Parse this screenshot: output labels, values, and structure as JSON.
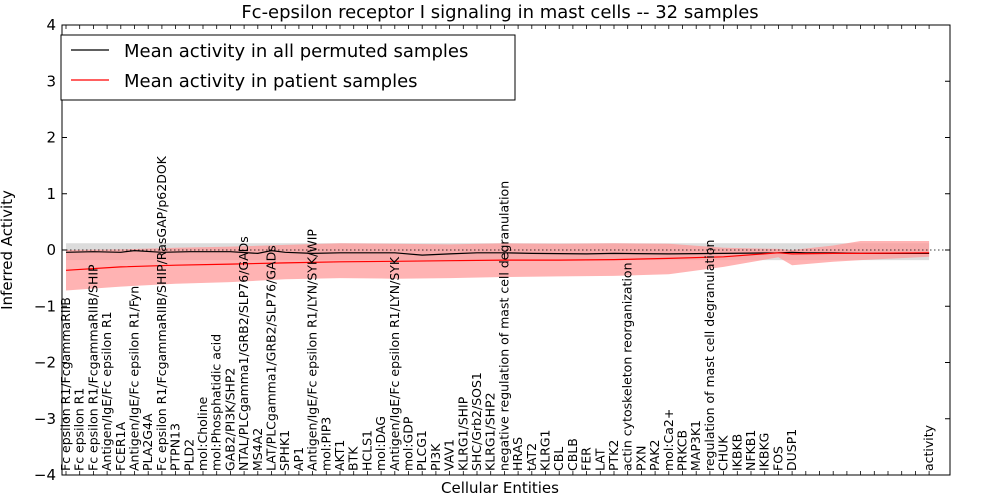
{
  "chart_data": {
    "type": "line",
    "title": "Fc-epsilon receptor I signaling in mast cells -- 32 samples",
    "xlabel": "Cellular Entities",
    "ylabel": "Inferred Activity",
    "ylim": [
      -4,
      4
    ],
    "yticks": [
      "4",
      "3",
      "2",
      "1",
      "0",
      "−1",
      "−2",
      "−3",
      "−4"
    ],
    "legend_position": "top-left",
    "grid": false,
    "colors": {
      "permuted": "#000000",
      "patient": "#ff0000",
      "patient_band": "#ff9a9a",
      "permuted_band": "#bfbfbf"
    },
    "entities": [
      "Fc epsilon R1/FcgammaRIIB",
      "Fc epsilon R1",
      "Fc epsilon R1/FcgammaRIIB/SHIP",
      "Antigen/IgE/Fc epsilon R1",
      "FCER1A",
      "Antigen/IgE/Fc epsilon R1/Fyn",
      "PLA2G4A",
      "Fc epsilon R1/FcgammaRIIB/SHIP/RasGAP/p62DOK",
      "PTPN13",
      "PLD2",
      "mol:Choline",
      "mol:Phosphatidic acid",
      "GAB2/PI3K/SHP2",
      "NTAL/PLCgamma1/GRB2/SLP76/GADs",
      "MS4A2",
      "LAT/PLCgamma1/GRB2/SLP76/GADs",
      "SPHK1",
      "AP1",
      "Antigen/IgE/Fc epsilon R1/LYN/SYK/WIP",
      "mol:PIP3",
      "AKT1",
      "BTK",
      "HCLS1",
      "mol:DAG",
      "Antigen/IgE/Fc epsilon R1/LYN/SYK",
      "mol:GDP",
      "PLCG1",
      "PI3K",
      "VAV1",
      "KLRG1/SHIP",
      "SHC/Grb2/SOS1",
      "KLRG1/SHP2",
      "negative regulation of mast cell degranulation",
      "HRAS",
      "tAT2",
      "KLRG1",
      "CBL",
      "CBLB",
      "FER",
      "LAT",
      "PTK2",
      "actin cytoskeleton reorganization",
      "PXN",
      "PAK2",
      "mol:Ca2+",
      "PRKCB",
      "MAP3K1",
      "regulation of mast cell degranulation",
      "CHUK",
      "IKBKB",
      "NFKB1",
      "IKBKG",
      "FOS",
      "DUSP1",
      "",
      "",
      "",
      "",
      "",
      "",
      "",
      "",
      "",
      "activity"
    ],
    "series": [
      {
        "name": "Mean activity in all permuted samples",
        "x": [
          0,
          2,
          4,
          5,
          7,
          9,
          12,
          14,
          15,
          16,
          18,
          20,
          24,
          26,
          28,
          30,
          32,
          34,
          38,
          40,
          44,
          48,
          52,
          53,
          54,
          56,
          58,
          63
        ],
        "values": [
          -0.04,
          -0.03,
          -0.04,
          -0.01,
          -0.04,
          -0.03,
          -0.03,
          -0.06,
          -0.01,
          -0.04,
          -0.06,
          -0.05,
          -0.05,
          -0.09,
          -0.07,
          -0.05,
          -0.05,
          -0.06,
          -0.07,
          -0.06,
          -0.07,
          -0.06,
          -0.05,
          -0.04,
          -0.05,
          -0.05,
          -0.06,
          -0.06
        ]
      },
      {
        "name": "Mean activity in patient samples",
        "x": [
          0,
          4,
          8,
          12,
          16,
          20,
          24,
          28,
          32,
          36,
          40,
          44,
          48,
          52,
          53,
          56,
          58,
          63
        ],
        "values": [
          -0.36,
          -0.3,
          -0.27,
          -0.25,
          -0.23,
          -0.21,
          -0.2,
          -0.19,
          -0.18,
          -0.18,
          -0.17,
          -0.15,
          -0.12,
          -0.05,
          -0.07,
          -0.06,
          -0.06,
          -0.05
        ]
      }
    ],
    "patient_band": {
      "x": [
        0,
        4,
        8,
        12,
        16,
        20,
        24,
        28,
        32,
        36,
        40,
        44,
        48,
        52,
        53,
        56,
        58,
        63
      ],
      "upper": [
        0.0,
        0.01,
        0.04,
        0.06,
        0.09,
        0.12,
        0.11,
        0.1,
        0.12,
        0.11,
        0.12,
        0.11,
        0.04,
        0.02,
        0.0,
        0.08,
        0.16,
        0.16
      ],
      "lower": [
        -0.72,
        -0.65,
        -0.6,
        -0.57,
        -0.52,
        -0.5,
        -0.51,
        -0.5,
        -0.48,
        -0.47,
        -0.46,
        -0.43,
        -0.3,
        -0.13,
        -0.27,
        -0.21,
        -0.18,
        -0.12
      ]
    },
    "permuted_band": {
      "x": [
        0,
        63
      ],
      "upper": [
        0.12,
        0.12
      ],
      "lower": [
        -0.18,
        -0.18
      ]
    }
  }
}
